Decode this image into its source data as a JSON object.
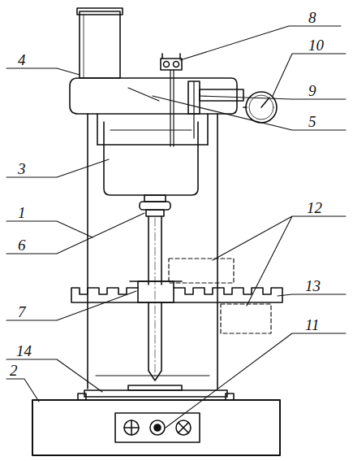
{
  "diagram": {
    "labels": [
      "4",
      "8",
      "10",
      "3",
      "9",
      "1",
      "5",
      "6",
      "12",
      "7",
      "13",
      "14",
      "11",
      "2"
    ]
  }
}
